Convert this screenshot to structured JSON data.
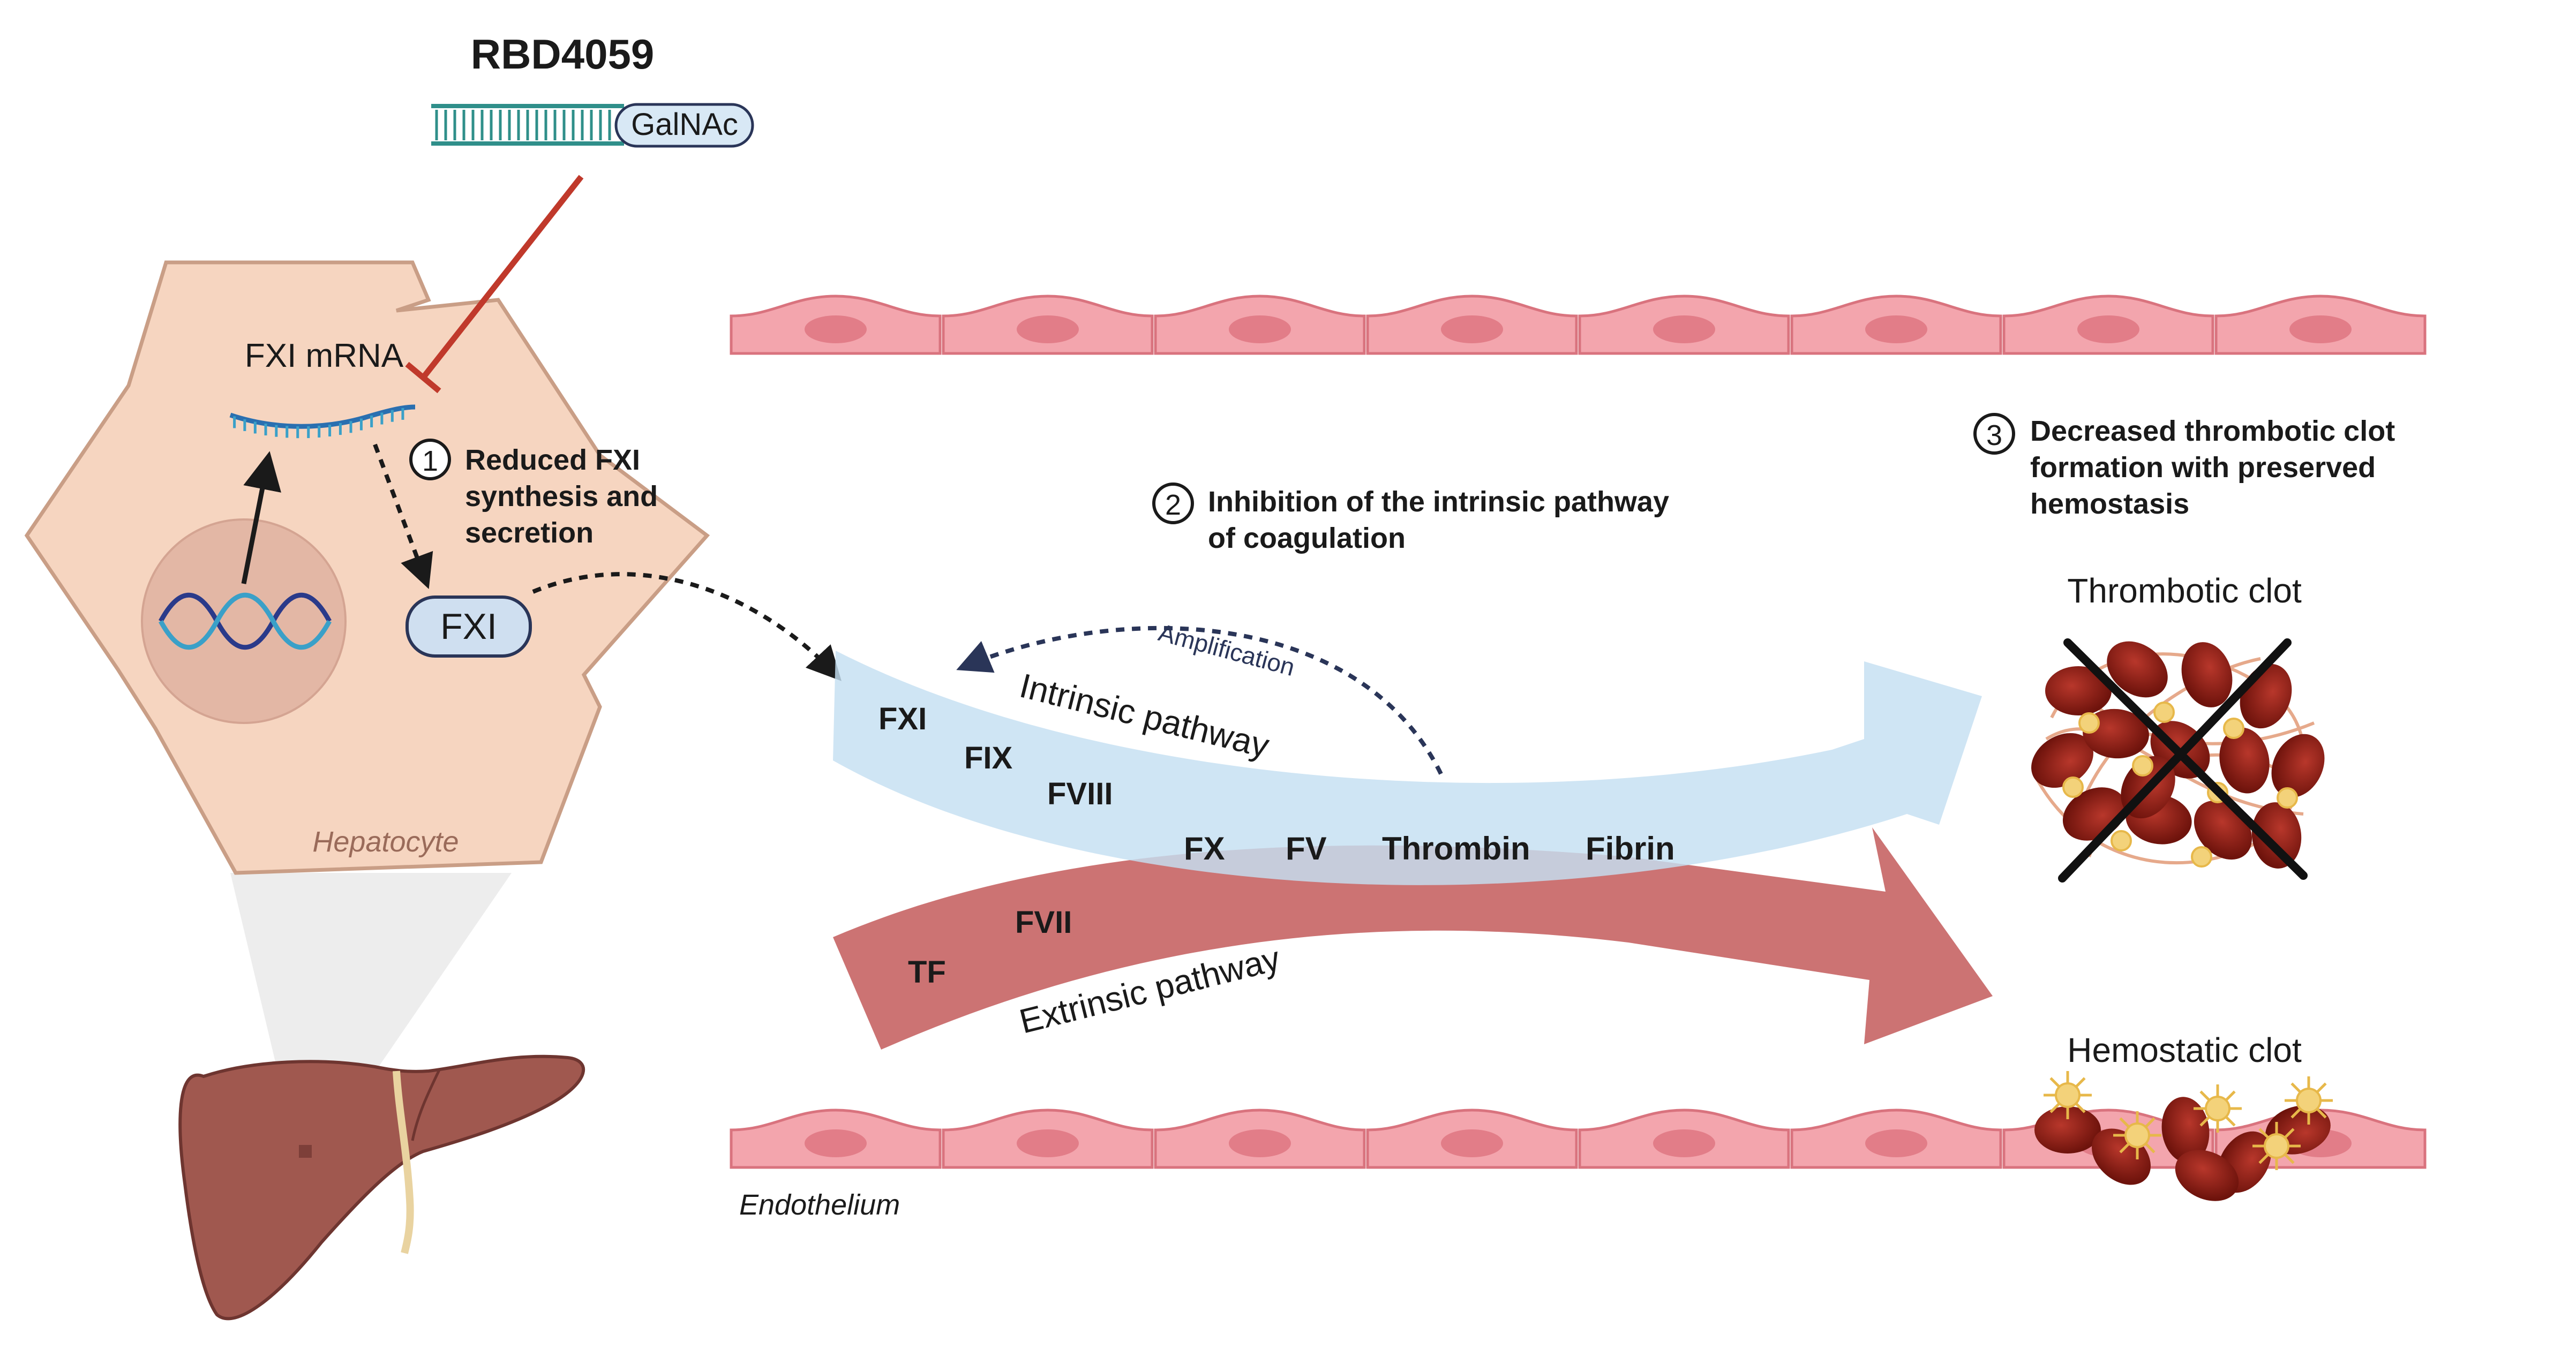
{
  "drug": {
    "name": "RBD4059",
    "conjugate": "GalNAc"
  },
  "hepatocyte": {
    "mrna_label": "FXI mRNA",
    "protein_label": "FXI",
    "cell_label": "Hepatocyte"
  },
  "steps": [
    {
      "number": "1",
      "lines": [
        "Reduced FXI",
        "synthesis and",
        "secretion"
      ]
    },
    {
      "number": "2",
      "lines": [
        "Inhibition of the intrinsic pathway",
        "of coagulation"
      ]
    },
    {
      "number": "3",
      "lines": [
        "Decreased thrombotic clot",
        "formation with preserved",
        "hemostasis"
      ]
    }
  ],
  "pathways": {
    "amplification": "Amplification",
    "intrinsic": "Intrinsic pathway",
    "extrinsic": "Extrinsic pathway"
  },
  "factors": {
    "fxi": "FXI",
    "fix": "FIX",
    "fviii": "FVIII",
    "fx": "FX",
    "fv": "FV",
    "thrombin": "Thrombin",
    "fibrin": "Fibrin",
    "tf": "TF",
    "fvii": "FVII"
  },
  "clots": {
    "thrombotic": "Thrombotic clot",
    "hemostatic": "Hemostatic clot"
  },
  "endothelium_label": "Endothelium",
  "colors": {
    "intrinsic_arrow": "#c5dff2",
    "extrinsic_arrow": "#c96b6b",
    "inhibitor_line": "#c0392b",
    "hepatocyte_fill": "#f6d5c0",
    "endothelial_cell": "#f3a5ad",
    "liver": "#a0584f",
    "clot_cell": "#8b1a12"
  },
  "icons": [
    "siRNA-strand-icon",
    "dna-helix-icon",
    "mrna-strand-icon",
    "liver-icon",
    "cross-mark-icon",
    "platelet-icon"
  ]
}
